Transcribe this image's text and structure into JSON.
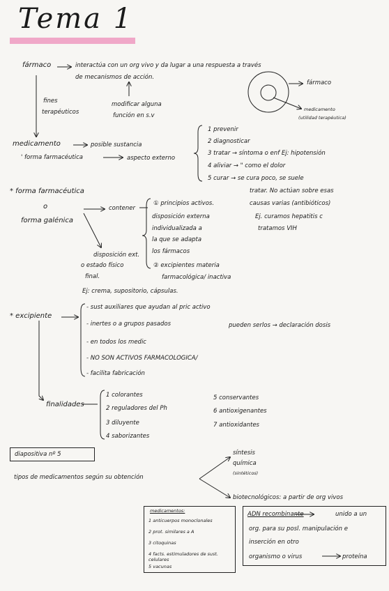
{
  "title": "Tema 1",
  "s1": {
    "farmaco": "fármaco",
    "def1": "interactúa con un org vivo y da lugar a una respuesta a través",
    "def2": "de mecanismos de acción.",
    "fines1": "fines",
    "fines2": "terapéuticos",
    "mod1": "modificar alguna",
    "mod2": "función en s.v",
    "circle_label": "fármaco",
    "med_label1": "medicamento",
    "med_label2": "(utilidad terapéutica)",
    "medicamento": "medicamento",
    "posible": "posible sustancia",
    "forma_farm": "' forma farmacéutica",
    "aspecto": "aspecto externo"
  },
  "uses": [
    {
      "n": "1",
      "text": "prevenir"
    },
    {
      "n": "2",
      "text": "diagnosticar"
    },
    {
      "n": "3",
      "text": "tratar → síntoma o enf Ej: hipotensión"
    },
    {
      "n": "4",
      "text": "aliviar → \" como el dolor"
    },
    {
      "n": "5",
      "text": "curar → se cura poco, se suele"
    }
  ],
  "curar_cont": [
    "tratar. No actúan sobre esas",
    "causas varias (antibióticos)",
    "Ej. curamos hepatitis c",
    "tratamos VIH"
  ],
  "s2": {
    "forma_farm": "* forma farmacéutica",
    "o": "o",
    "forma_gal": "forma galénica",
    "contener": "contener",
    "principios": "principios activos.",
    "disp_ext": [
      "disposición externa",
      "individualizada a",
      "la que se adapta",
      "los fármacos"
    ],
    "disposicion": [
      "disposición ext.",
      "o estado físico",
      "final."
    ],
    "excipientes": "excipientes materia",
    "excipientes2": "farmacológica/ inactiva",
    "ejemplos": "Ej: crema, supositorio, cápsulas."
  },
  "s3": {
    "excipiente": "* excipiente",
    "items": [
      "- sust auxiliares que ayudan al pric activo",
      "- inertes o a grupos pasados",
      "- en todos los medic",
      "- NO SON ACTIVOS FARMACOLOGICA/",
      "- facilita fabricación"
    ],
    "side_note": "pueden serlos → declaración dosis",
    "finalidades": "finalidades",
    "fin_left": [
      {
        "n": "1",
        "text": "colorantes"
      },
      {
        "n": "2",
        "text": "reguladores del Ph"
      },
      {
        "n": "3",
        "text": "diluyente"
      },
      {
        "n": "4",
        "text": "saborizantes"
      }
    ],
    "fin_right": [
      {
        "n": "5",
        "text": "conservantes"
      },
      {
        "n": "6",
        "text": "antioxigenantes"
      },
      {
        "n": "7",
        "text": "antioxidantes"
      }
    ]
  },
  "s4": {
    "diapositiva": "diapositiva nº 5",
    "tipos": "tipos de medicamentos según su obtención",
    "sintesis": [
      "síntesis",
      "química",
      "(sintéticos)"
    ],
    "biotec": "biotecnológicos: a partir de org vivos",
    "box_title": "medicamentos:",
    "box_items": [
      {
        "n": "1",
        "text": "anticuerpos monoclonales"
      },
      {
        "n": "2",
        "text": "prot. similares a A"
      },
      {
        "n": "3",
        "text": "citoquinas"
      },
      {
        "n": "4",
        "text": "facts. estimuladores de sust. celulares"
      },
      {
        "n": "5",
        "text": "vacunas"
      }
    ],
    "adn": "ADN recombinante",
    "adn_rest": [
      "unido a un",
      "org. para su posl. manipulación e",
      "inserción en otro",
      "organismo o virus"
    ],
    "proteina": "proteína"
  }
}
